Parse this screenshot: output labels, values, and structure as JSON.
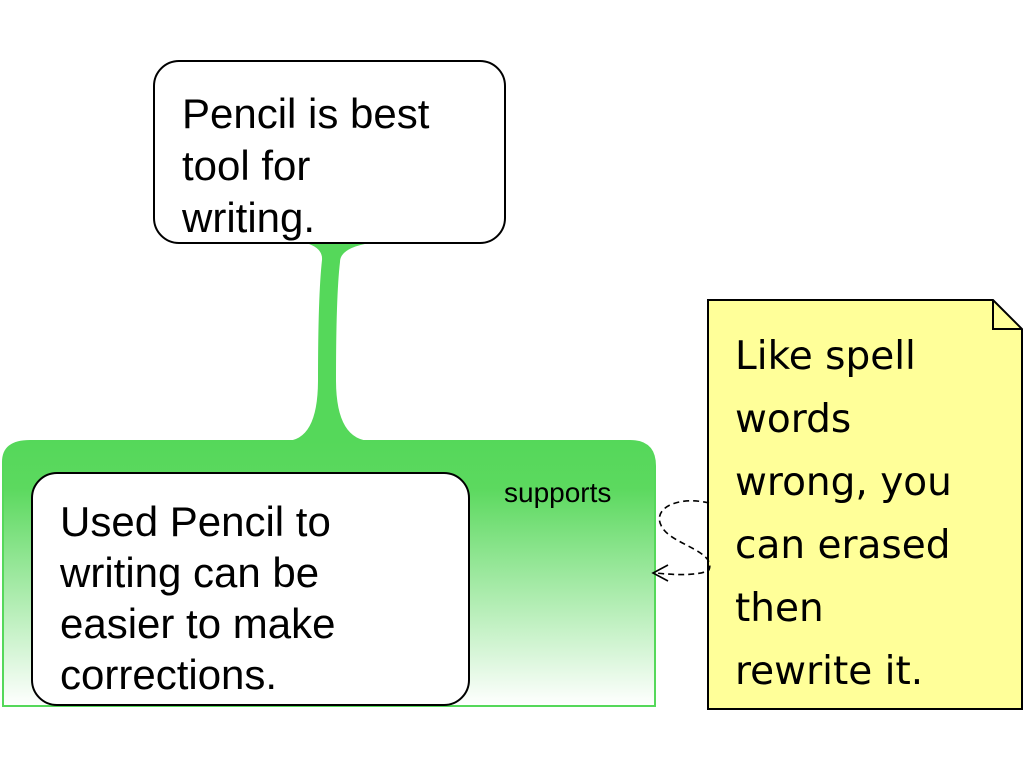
{
  "colors": {
    "argument_green": "#55d85a",
    "note_yellow": "#ffff99",
    "outline": "#000000",
    "background": "#ffffff"
  },
  "claim": {
    "text": "Pencil is best\ntool for\nwriting."
  },
  "reason": {
    "relation_label": "supports",
    "text": "Used Pencil to\nwriting can be\neasier to make\ncorrections."
  },
  "note": {
    "text": "Like  spell\nwords\nwrong, you\ncan erased\nthen\nrewrite it."
  }
}
